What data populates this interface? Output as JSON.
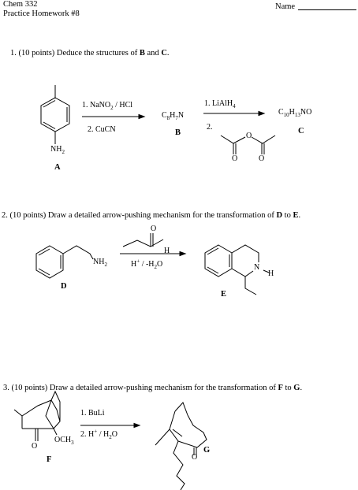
{
  "header": {
    "course": "Chem 332",
    "title": "Practice Homework #8",
    "name_label": "Name"
  },
  "q1": {
    "prompt_pre": "1.  (10 points) Deduce the structures of ",
    "b": "B",
    "and": " and ",
    "c": "C",
    "period": ".",
    "step1_a": "1. NaNO",
    "step1_a_sub": "2",
    "step1_a_tail": " / HCl",
    "step1_b": "2. CuCN",
    "formula_b_pre": "C",
    "formula_b_sub1": "8",
    "formula_b_mid": "H",
    "formula_b_sub2": "7",
    "formula_b_tail": "N",
    "label_b": "B",
    "step2_a": "1. LiAlH",
    "step2_a_sub": "4",
    "step2_b": "2.",
    "formula_c_pre": "C",
    "formula_c_sub1": "10",
    "formula_c_mid": "H",
    "formula_c_sub2": "13",
    "formula_c_tail": "NO",
    "label_c": "C",
    "nh2": "NH",
    "nh2_sub": "2",
    "label_a": "A",
    "o_label": "O"
  },
  "q2": {
    "prompt_pre": "2.  (10 points)  Draw a detailed arrow-pushing mechanism for the transformation of ",
    "d": "D",
    "to": " to ",
    "e": "E",
    "period": ".",
    "nh2": "NH",
    "nh2_sub": "2",
    "aldehyde_o": "O",
    "aldehyde_h": "H",
    "cond_pre": "H",
    "cond_sup": "+",
    "cond_mid": " / -H",
    "cond_sub": "2",
    "cond_tail": "O",
    "label_d": "D",
    "n_label": "N",
    "h_label": "H",
    "label_e": "E"
  },
  "q3": {
    "prompt_pre": "3.  (10 points)   Draw a detailed arrow-pushing mechanism for the transformation of ",
    "f": "F",
    "to": " to ",
    "g": "G",
    "period": ".",
    "step_a": "1. BuLi",
    "step_b_pre": "2. H",
    "step_b_sup": "+",
    "step_b_mid": " / H",
    "step_b_sub": "2",
    "step_b_tail": "O",
    "o_label": "O",
    "och3": "OCH",
    "och3_sub": "3",
    "label_f": "F",
    "label_g": "G"
  }
}
